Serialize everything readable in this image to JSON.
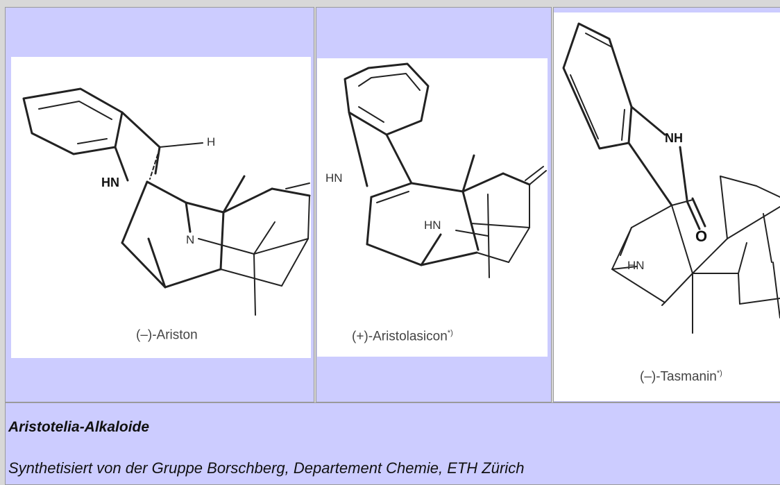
{
  "compounds": [
    {
      "caption": "(–)-Ariston",
      "caption_note": "",
      "atoms": {
        "hn": "HN",
        "h": "H",
        "n": "N"
      }
    },
    {
      "caption": "(+)-Aristolasicon",
      "caption_note": "*)",
      "atoms": {
        "hn": "HN",
        "hn2": "HN"
      }
    },
    {
      "caption": "(–)-Tasmanin",
      "caption_note": "*)",
      "atoms": {
        "nh": "NH",
        "o": "O",
        "hn": "HN"
      }
    }
  ],
  "footer": {
    "title": "Aristotelia-Alkaloide",
    "subtitle": "Synthetisiert von der Gruppe Borschberg, Departement Chemie, ETH Zürich"
  },
  "colors": {
    "cell_background": "#ccccff",
    "panel_background": "#ffffff",
    "bond": "#222222"
  }
}
